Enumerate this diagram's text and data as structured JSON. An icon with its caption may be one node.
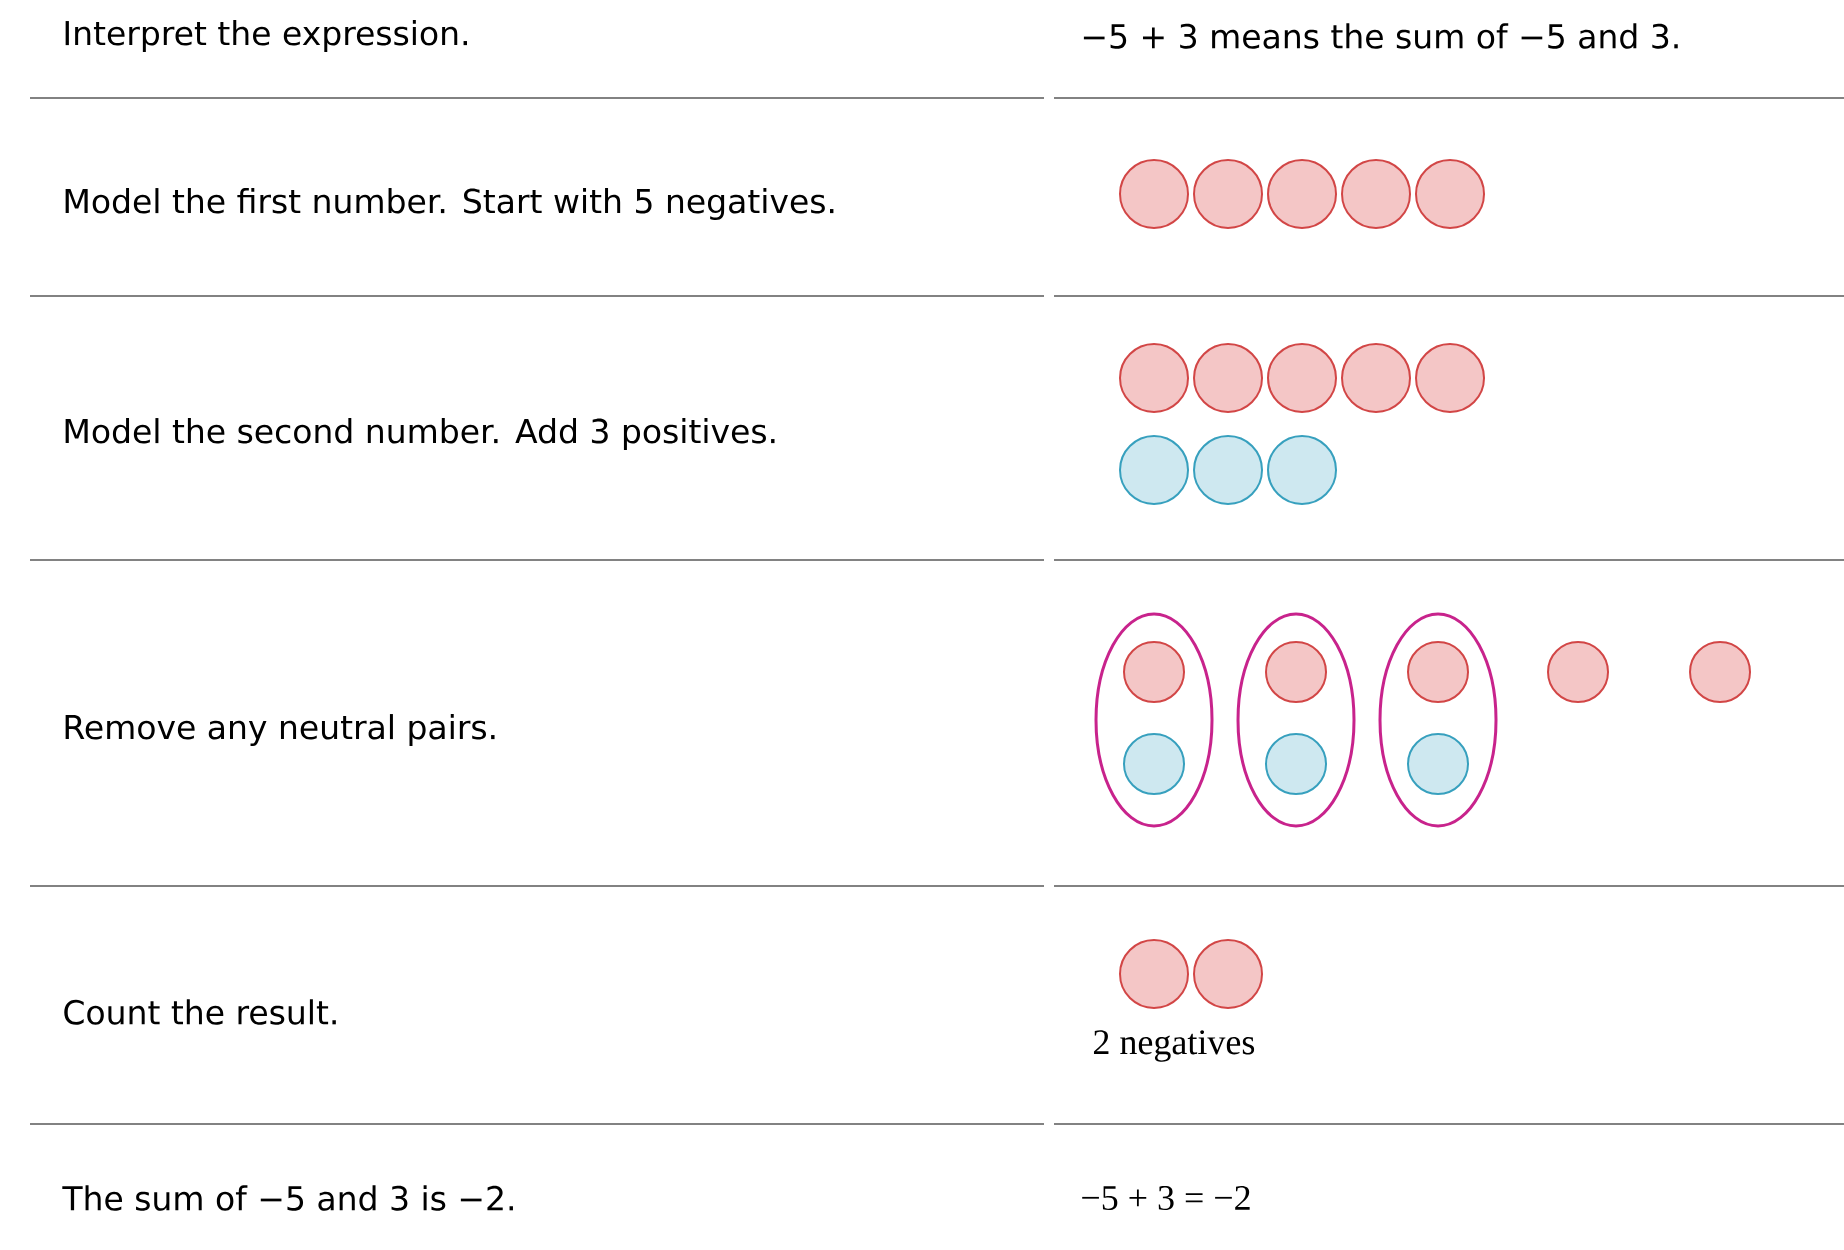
{
  "diagram": {
    "labels": [
      "Interpret the expression.",
      "−5 + 3 means the sum of −5 and 3.",
      "Model the first number. Start with 5 negatives.",
      "Model the second number. Add 3 positives.",
      "Remove any neutral pairs.",
      "Count the result.",
      "2 negatives",
      "The sum of −5 and 3 is −2.",
      "−5 + 3 = −2"
    ]
  }
}
